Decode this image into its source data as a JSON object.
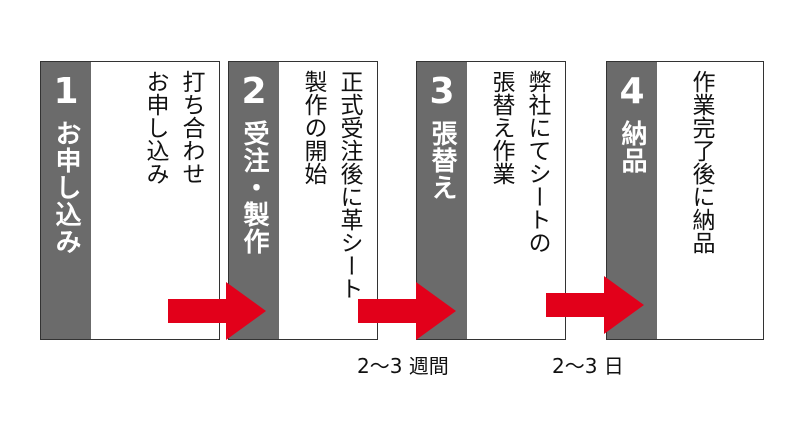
{
  "steps": [
    {
      "num": "1",
      "title": "お申し込み",
      "lines": [
        "打ち合わせ",
        "お申し込み"
      ]
    },
    {
      "num": "2",
      "title": "受注・製作",
      "lines": [
        "正式受注後に革シート",
        "製作の開始"
      ]
    },
    {
      "num": "3",
      "title": "張替え",
      "lines": [
        "弊社にてシートの",
        "張替え作業"
      ]
    },
    {
      "num": "4",
      "title": "納品",
      "lines": [
        "作業完了後に納品"
      ]
    }
  ],
  "durations": [
    "2～3 週間",
    "2～3 日"
  ],
  "colors": {
    "tab": "#6b6b6b",
    "arrow": "#e2001a",
    "border": "#333333"
  }
}
